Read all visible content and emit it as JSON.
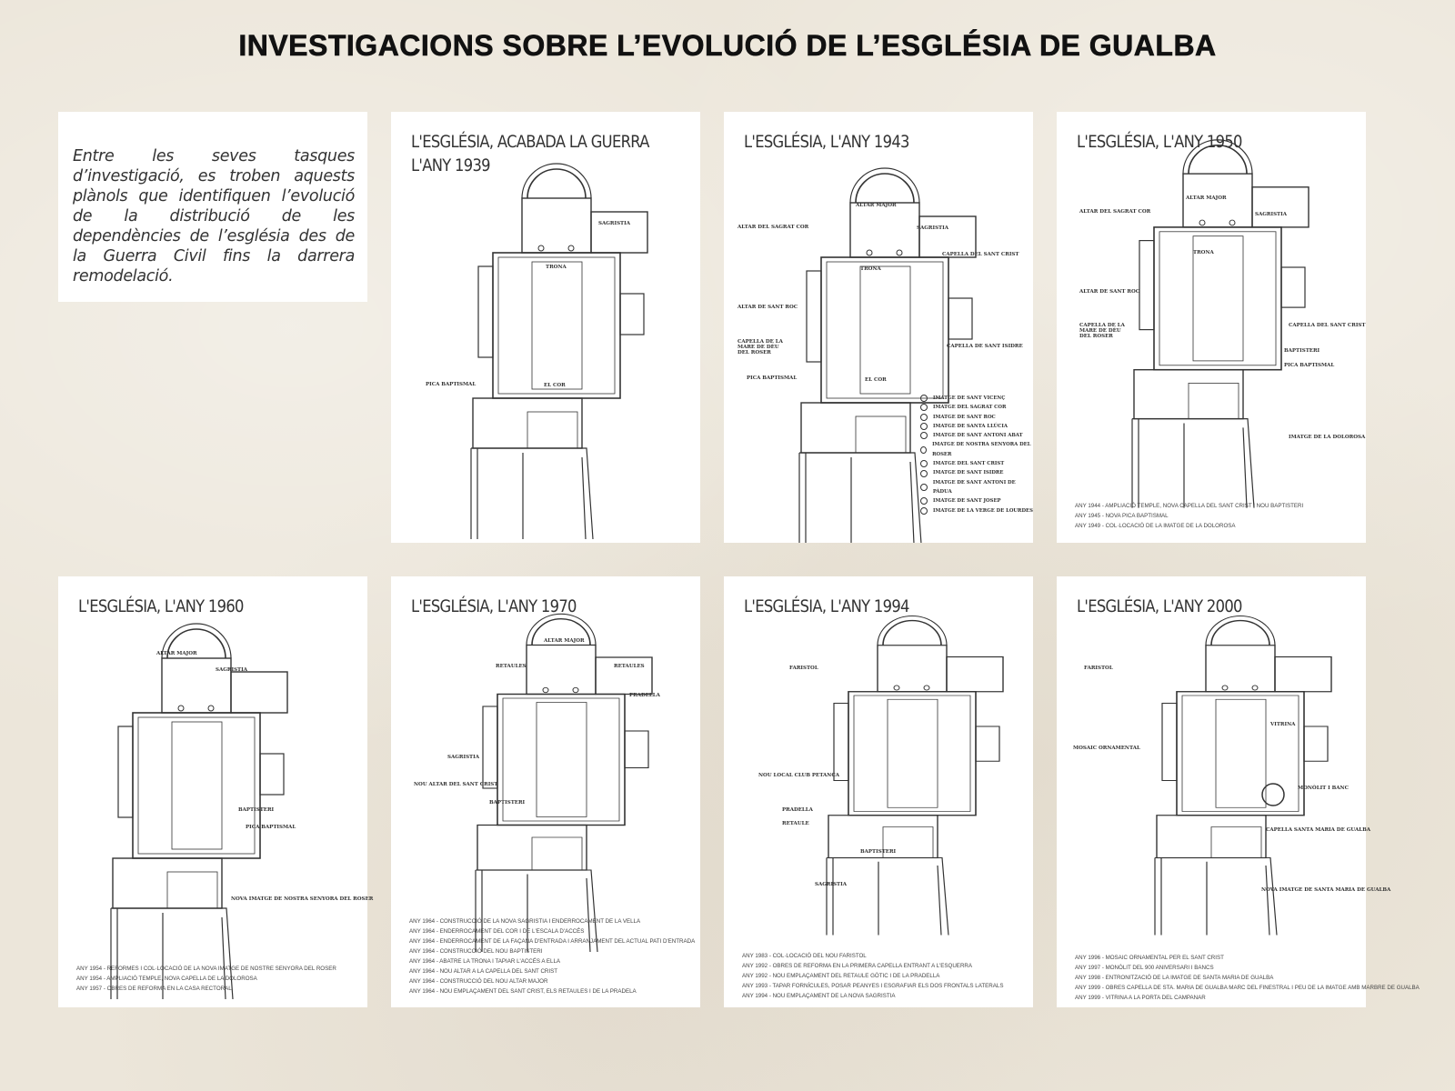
{
  "title": "INVESTIGACIONS SOBRE L’EVOLUCIÓ DE L’ESGLÉSIA DE GUALBA",
  "intro": "Entre les seves tasques d’investigació, es troben aquests plànols que identifiquen l’evolució de la distribució de les dependències de l’església des de la Guerra Civil fins la darrera remodelació.",
  "panels": [
    {
      "title_line1": "L'ESGLÉSIA, ACABADA LA GUERRA",
      "title_line2": "L'ANY 1939",
      "labels": [
        "SAGRISTIA",
        "TRONA",
        "PICA BAPTISMAL",
        "EL COR"
      ],
      "notes": []
    },
    {
      "title_line1": "L'ESGLÉSIA, L'ANY 1943",
      "labels": [
        "ALTAR MAJOR",
        "SAGRISTIA",
        "ALTAR DEL SAGRAT COR",
        "CAPELLA DEL SANT CRIST",
        "TRONA",
        "ALTAR DE SANT ROC",
        "CAPELLA DE LA MARE DE DÉU DEL ROSER",
        "CAPELLA DE SANT ISIDRE",
        "PICA BAPTISMAL",
        "EL COR"
      ],
      "legend": [
        "IMATGE DE SANT VICENÇ",
        "IMATGE DEL SAGRAT COR",
        "IMATGE DE SANT ROC",
        "IMATGE DE SANTA LLÚCIA",
        "IMATGE DE SANT ANTONI ABAT",
        "IMATGE DE NOSTRA SENYORA DEL ROSER",
        "IMATGE DEL SANT CRIST",
        "IMATGE DE SANT ISIDRE",
        "IMATGE DE SANT ANTONI DE PÀDUA",
        "IMATGE DE SANT JOSEP",
        "IMATGE DE LA VERGE DE LOURDES"
      ],
      "notes": []
    },
    {
      "title_line1": "L'ESGLÉSIA, L'ANY 1950",
      "labels": [
        "ALTAR MAJOR",
        "SAGRISTIA",
        "ALTAR DEL SAGRAT COR",
        "TRONA",
        "ALTAR DE SANT ROC",
        "CAPELLA DE LA MARE DE DÉU DEL ROSER",
        "CAPELLA DEL SANT CRIST",
        "BAPTISTERI",
        "PICA BAPTISMAL",
        "IMATGE DE LA DOLOROSA"
      ],
      "notes": [
        "ANY 1944 - AMPLIACIÓ TEMPLE, NOVA CAPELLA DEL SANT CRIST I NOU BAPTISTERI",
        "ANY 1945 - NOVA PICA BAPTISMAL",
        "ANY 1949 - COL·LOCACIÓ DE LA IMATGE DE LA DOLOROSA"
      ]
    },
    {
      "title_line1": "L'ESGLÉSIA, L'ANY 1960",
      "labels": [
        "ALTAR MAJOR",
        "SAGRISTIA",
        "BAPTISTERI",
        "PICA BAPTISMAL",
        "NOVA IMATGE DE NOSTRA SENYORA DEL ROSER"
      ],
      "notes": [
        "ANY 1954 - REFORMES I COL·LOCACIÓ DE LA NOVA IMATGE DE NOSTRE SENYORA DEL ROSER",
        "ANY 1954 - AMPLIACIÓ TEMPLE, NOVA CAPELLA DE LA DOLOROSA",
        "ANY 1957 - OBRES DE REFORMA EN LA CASA RECTORAL"
      ]
    },
    {
      "title_line1": "L'ESGLÉSIA, L'ANY 1970",
      "labels": [
        "ALTAR MAJOR",
        "RETAULES",
        "RETAULES",
        "PRADELLA",
        "SAGRISTIA",
        "NOU ALTAR DEL SANT CRIST",
        "BAPTISTERI"
      ],
      "notes": [
        "ANY 1964 - CONSTRUCCIÓ DE LA NOVA SAGRISTIA I ENDERROCAMENT DE LA VELLA",
        "ANY 1964 - ENDERROCAMENT DEL COR I DE L'ESCALA D'ACCÉS",
        "ANY 1964 - ENDERROCAMENT DE LA FAÇANA D'ENTRADA I ARRANJAMENT DEL ACTUAL PATI D'ENTRADA",
        "ANY 1964 - CONSTRUCCIÓ DEL NOU BAPTISTERI",
        "ANY 1964 - ABATRE LA TRONA I TAPIAR L'ACCÉS A ELLA",
        "ANY 1964 - NOU ALTAR A LA CAPELLA DEL SANT CRIST",
        "ANY 1964 - CONSTRUCCIÓ DEL NOU ALTAR MAJOR",
        "ANY 1964 - NOU EMPLAÇAMENT DEL SANT CRIST, ELS RETAULES I DE LA PRADELA"
      ]
    },
    {
      "title_line1": "L'ESGLÉSIA, L'ANY 1994",
      "labels": [
        "FARISTOL",
        "NOU LOCAL CLUB PETANCA",
        "PRADELLA",
        "RETAULE",
        "BAPTISTERI",
        "SAGRISTIA"
      ],
      "notes": [
        "ANY 1983 - COL·LOCACIÓ DEL NOU FARISTOL",
        "ANY 1992 - OBRES DE REFORMA EN LA PRIMERA CAPELLA ENTRANT A L'ESQUERRA",
        "ANY 1992 - NOU EMPLAÇAMENT DEL RETAULE GÒTIC I DE LA PRADELLA",
        "ANY 1993 - TAPAR FORNÍCULES, POSAR PEANYES I ESGRAFIAR ELS DOS FRONTALS LATERALS",
        "ANY 1994 - NOU EMPLAÇAMENT DE LA NOVA SAGRISTIA"
      ]
    },
    {
      "title_line1": "L'ESGLÉSIA, L'ANY 2000",
      "labels": [
        "FARISTOL",
        "VITRINA",
        "MOSAIC ORNAMENTAL",
        "MONÒLIT I BANC",
        "CAPELLA SANTA MARIA DE GUALBA",
        "NOVA IMATGE DE SANTA MARIA DE GUALBA"
      ],
      "notes": [
        "ANY 1996 - MOSAIC ORNAMENTAL PER EL SANT CRIST",
        "ANY 1997 - MONÒLIT DEL 900 ANIVERSARI I BANCS",
        "ANY 1998 - ENTRONITZACIÓ DE LA IMATGE DE SANTA MARIA DE GUALBA",
        "ANY 1999 - OBRES CAPELLA DE STA. MARIA DE GUALBA MARC DEL FINESTRAL I PEU DE LA IMATGE AMB MARBRE DE GUALBA",
        "ANY 1999 - VITRINA A LA PORTA DEL CAMPANAR"
      ]
    }
  ],
  "colors": {
    "background": "#ece6da",
    "card": "#ffffff",
    "title": "#111111",
    "plan_lines": "#333333"
  }
}
